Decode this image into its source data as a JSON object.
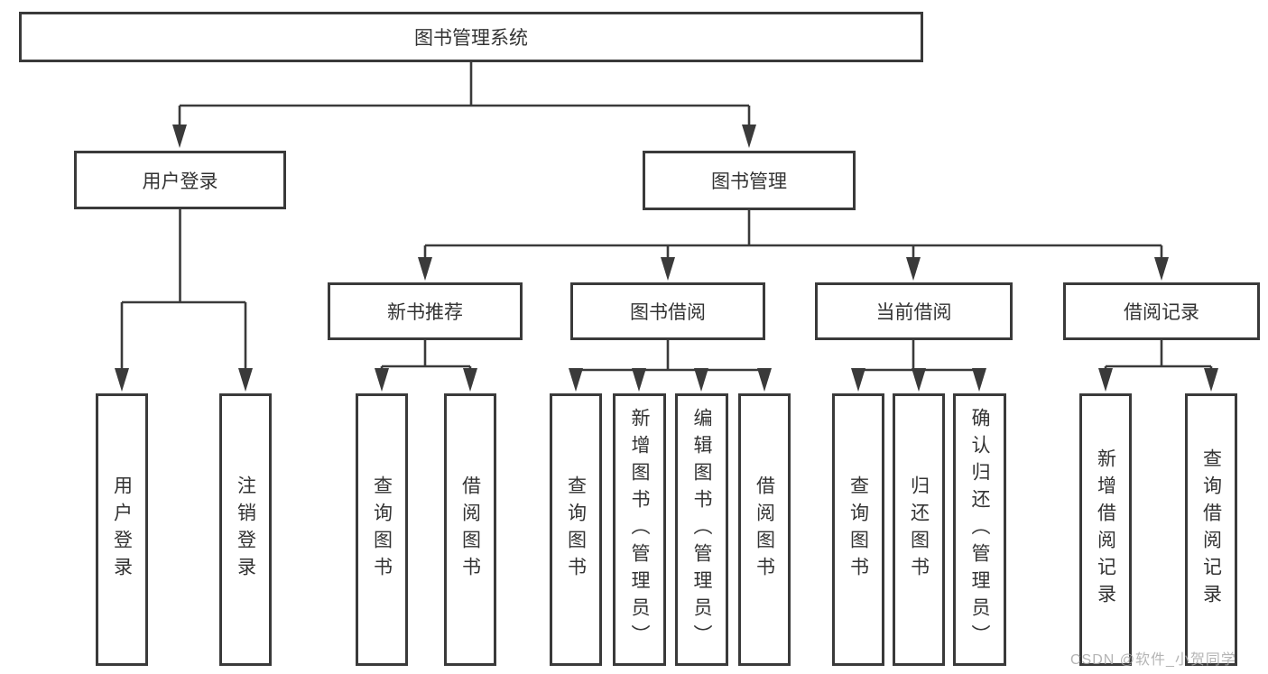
{
  "diagram": {
    "type": "hierarchy-flowchart",
    "tree": {
      "root": "图书管理系统",
      "branches": [
        {
          "label": "用户登录",
          "children": [
            "用户登录",
            "注销登录"
          ]
        },
        {
          "label": "图书管理",
          "groups": [
            {
              "label": "新书推荐",
              "children": [
                "查询图书",
                "借阅图书"
              ]
            },
            {
              "label": "图书借阅",
              "children": [
                "查询图书",
                "新增图书（管理员）",
                "编辑图书（管理员）",
                "借阅图书"
              ]
            },
            {
              "label": "当前借阅",
              "children": [
                "查询图书",
                "归还图书",
                "确认归还（管理员）"
              ]
            },
            {
              "label": "借阅记录",
              "children": [
                "新增借阅记录",
                "查询借阅记录"
              ]
            }
          ]
        }
      ]
    },
    "colors": {
      "line": "#3a3a3a",
      "text": "#333333",
      "background": "#ffffff",
      "watermark": "#a8a8a8"
    }
  },
  "watermark": "CSDN @软件_小贺同学"
}
